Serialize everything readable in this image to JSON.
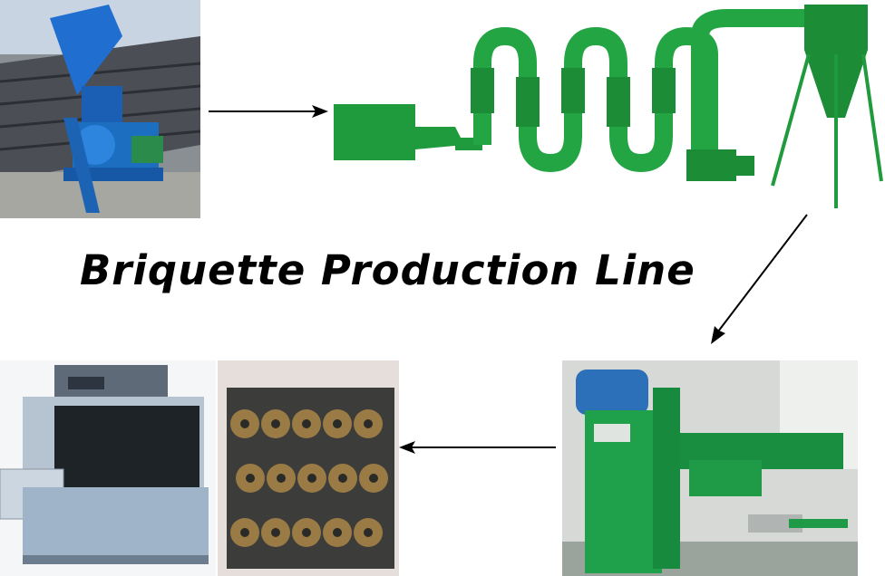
{
  "title": "Briquette Production Line",
  "stages": [
    {
      "icon": "crusher-machine-photo"
    },
    {
      "icon": "airflow-dryer-machine"
    },
    {
      "icon": "briquette-press-machine-photo"
    },
    {
      "icon": "briquette-product-photo"
    },
    {
      "icon": "shrink-wrapping-machine-photo"
    }
  ],
  "colors": {
    "machine_green": "#1f9a3c",
    "crusher_blue": "#1c6fc0",
    "arrow": "#000000"
  }
}
